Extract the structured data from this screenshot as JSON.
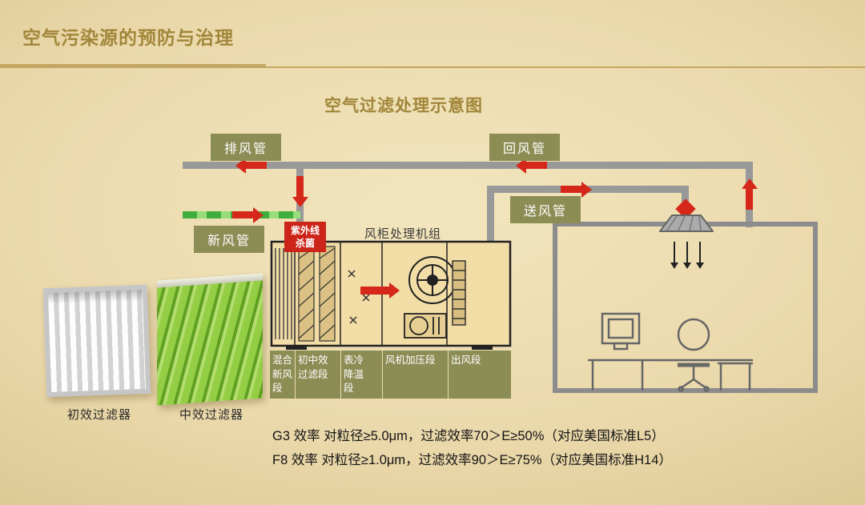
{
  "slide": {
    "title": "空气污染源的预防与治理",
    "diagram_title": "空气过滤处理示意图"
  },
  "ducts": {
    "exhaust_label": "排风管",
    "return_label": "回风管",
    "fresh_label": "新风管",
    "supply_label": "送风管"
  },
  "ahu": {
    "title": "风柜处理机组",
    "uv_label": "紫外线\n杀菌",
    "sections": [
      "混合\n新风\n段",
      "初中效\n过滤段",
      "表冷\n降温\n段",
      "风机加压段",
      "出风段"
    ]
  },
  "filters": [
    {
      "caption": "初效过滤器"
    },
    {
      "caption": "中效过滤器"
    }
  ],
  "notes": [
    "G3 效率 对粒径≥5.0μm，过滤效率70＞E≥50%（对应美国标准L5）",
    "F8 效率 对粒径≥1.0μm，过滤效率90＞E≥75%（对应美国标准H14）"
  ],
  "colors": {
    "accent_gold": "#a1863a",
    "label_olive": "#8c8c55",
    "arrow_red": "#d5281b",
    "duct_gray": "#999999",
    "fresh_green": "#3fae3f",
    "uv_red": "#cc2418"
  }
}
